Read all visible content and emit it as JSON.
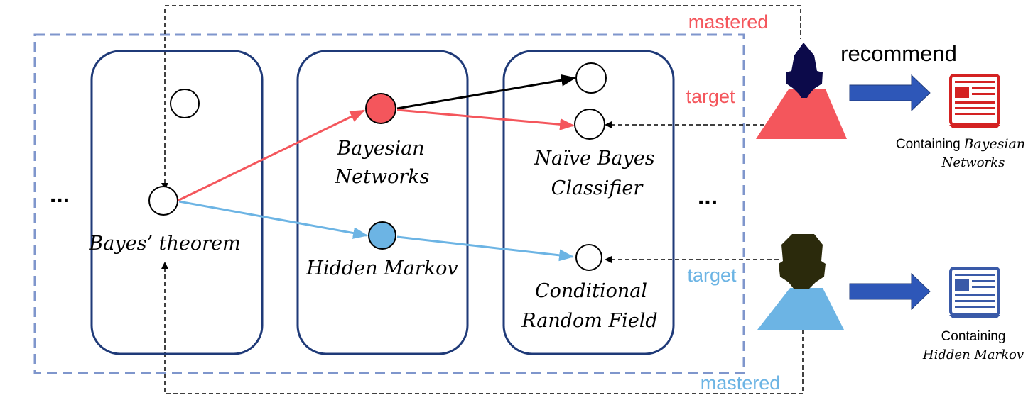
{
  "labels": {
    "mastered_top": "mastered",
    "mastered_bottom": "mastered",
    "target_top": "target",
    "target_bottom": "target",
    "recommend": "recommend",
    "ellipsis_left": "...",
    "ellipsis_right": "..."
  },
  "nodes": {
    "bayes_theorem": "Bayes’ theorem",
    "bayesian_networks_1": "Bayesian",
    "bayesian_networks_2": "Networks",
    "hidden_markov": "Hidden Markov",
    "naive_bayes_1": "Naïve Bayes",
    "naive_bayes_2": "Classifier",
    "crf_1": "Conditional",
    "crf_2": "Random Field"
  },
  "docs": {
    "top_prefix": "Containing",
    "top_topic_1": "Bayesian",
    "top_topic_2": "Networks",
    "bottom_prefix": "Containing",
    "bottom_topic": "Hidden Markov"
  },
  "colors": {
    "red": "#f4565c",
    "blue": "#6cb4e4",
    "navy": "#1f3a78",
    "dash_blue": "#7f96cc",
    "arrow_blue": "#2e57b8",
    "user_top_head": "#0c0a4a",
    "user_bottom_head": "#2b2a0c",
    "doc_red": "#d42222",
    "doc_blue": "#3a5aa8"
  }
}
